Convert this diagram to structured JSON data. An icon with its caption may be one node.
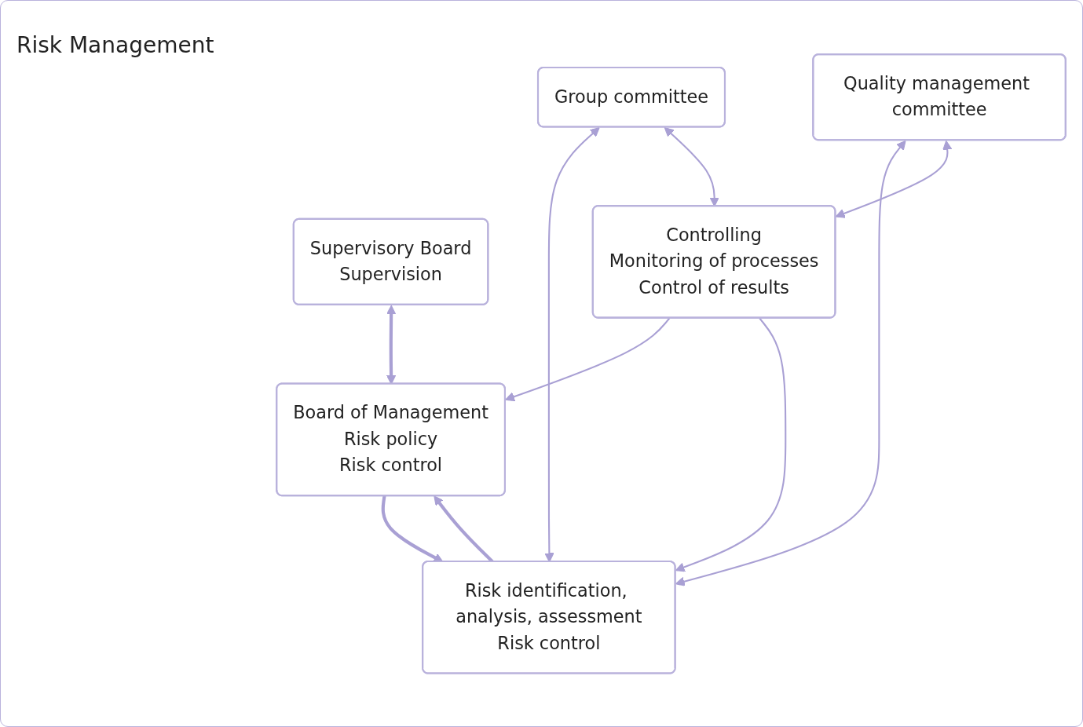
{
  "diagram": {
    "nodes": [
      {
        "text": [
          "Supervisory Board",
          "Supervision"
        ]
      },
      {
        "text": [
          "Board of Management",
          "Risk policy",
          "Risk control"
        ]
      },
      {
        "text": [
          "Risk identification, analysis, assessment",
          "Risk control"
        ]
      },
      {
        "text": [
          "Group committee"
        ]
      },
      {
        "text": [
          "Quality management committee"
        ]
      },
      {
        "text": [
          "Controlling",
          "Monitoring of processes",
          "Control of results"
        ]
      }
    ],
    "edges": [
      {
        "from": 0,
        "to": 1,
        "arrow": "both",
        "style": "thick"
      },
      {
        "from": 1,
        "to": 2,
        "arrow": "to",
        "style": "thick"
      },
      {
        "from": 2,
        "to": 1,
        "arrow": "to",
        "style": "thick"
      },
      {
        "from": 3,
        "to": 2,
        "arrow": "both"
      },
      {
        "from": 4,
        "to": 2,
        "arrow": "both"
      },
      {
        "from": 3,
        "to": 5,
        "arrow": "both"
      },
      {
        "from": 4,
        "to": 5,
        "arrow": "both"
      },
      {
        "from": 5,
        "to": 1,
        "arrow": "to"
      },
      {
        "from": 5,
        "to": 2,
        "arrow": "to"
      }
    ],
    "labels": [
      "Risk Management"
    ]
  }
}
